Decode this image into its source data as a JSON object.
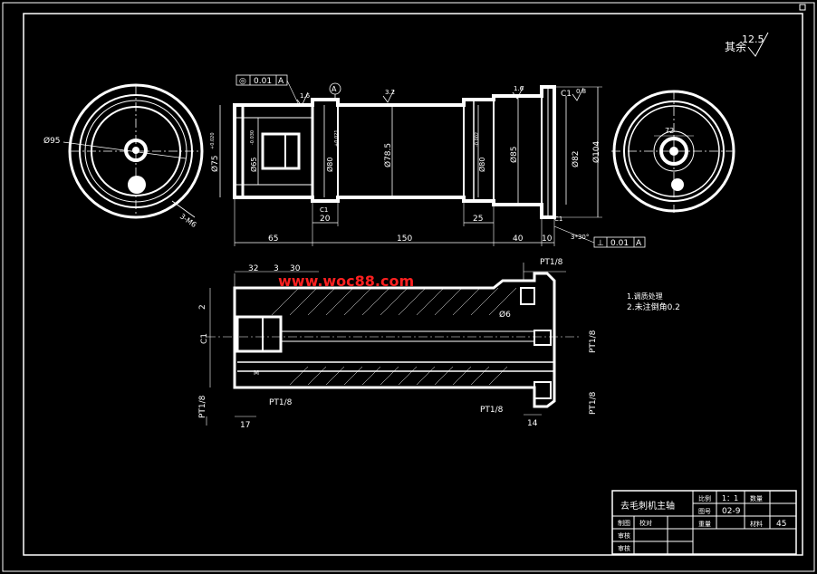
{
  "roughness": {
    "label": "其余",
    "value": "12.5"
  },
  "datum_a": "A",
  "watermark": "www.woc88.com",
  "tolerances": {
    "coaxiality": {
      "symbol": "◎",
      "value": "0.01",
      "datum": "A"
    },
    "perpendicularity": {
      "symbol": "⊥",
      "value": "0.01",
      "datum": "A"
    }
  },
  "left_view": {
    "diameter": "Ø95",
    "thread": "3-M6"
  },
  "right_view": {
    "bore": "72"
  },
  "front_view": {
    "diameters": [
      "Ø75",
      "Ø65",
      "Ø80",
      "Ø78.5",
      "Ø80",
      "Ø85",
      "Ø82",
      "Ø104"
    ],
    "tolerance_small": [
      "+0.020",
      "-0.030",
      "+0.021",
      "-0.002"
    ],
    "roughness_marks": [
      "1.6",
      "3.2",
      "1.6",
      "0.8"
    ],
    "chamfer": "C1",
    "chamfer2": "C1",
    "chamfer3": "C1",
    "edge_chamfer": "3*30°",
    "dims_bottom": [
      "20",
      "25",
      "65",
      "150",
      "40",
      "10"
    ]
  },
  "section_view": {
    "dims_top": [
      "32",
      "3",
      "30"
    ],
    "pt_top": "PT1/8",
    "d6": "Ø6",
    "c1": "C1",
    "left_two": "2",
    "pt_left": "PT1/8",
    "pt_mid": "PT1/8",
    "dim_17": "17",
    "pt_bottom": "PT1/8",
    "dim_14": "14",
    "pt_right": "PT1/8",
    "pt_right2": "PT1/8",
    "small": "M"
  },
  "notes": [
    "1.调质处理",
    "2.未注倒角0.2"
  ],
  "title_block": {
    "part_name": "去毛刺机主轴",
    "scale_label": "比例",
    "scale_value": "1：1",
    "qty_label": "数量",
    "drawing_no_label": "图号",
    "drawing_no": "02-9",
    "design_label": "制图",
    "reviewer_label": "审核",
    "weight_label": "重量",
    "material_label": "材料",
    "material": "45",
    "check_label": "校对"
  }
}
